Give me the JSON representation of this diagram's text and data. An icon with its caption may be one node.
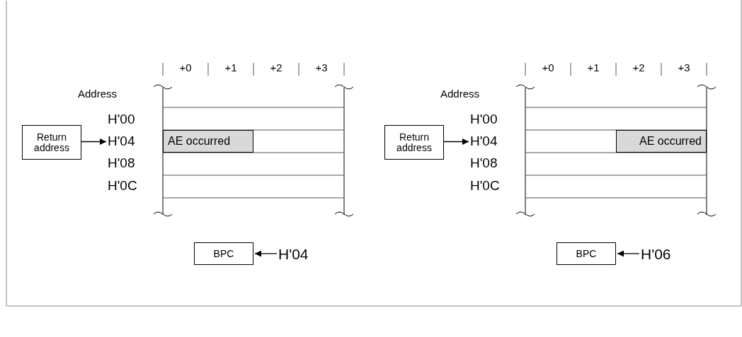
{
  "diagram": {
    "nodes": [
      {
        "text": [
          "Return address"
        ]
      },
      {
        "text": [
          "H'04"
        ]
      },
      {
        "text": [
          "AE occurred"
        ]
      },
      {
        "text": [
          "BPC"
        ]
      },
      {
        "text": [
          "H'04"
        ]
      },
      {
        "text": [
          "Return address"
        ]
      },
      {
        "text": [
          "H'04"
        ]
      },
      {
        "text": [
          "AE occurred"
        ]
      },
      {
        "text": [
          "BPC"
        ]
      },
      {
        "text": [
          "H'06"
        ]
      }
    ],
    "edges": [
      {
        "from": 0,
        "to": 1,
        "arrow": "to"
      },
      {
        "from": 4,
        "to": 3,
        "arrow": "to"
      },
      {
        "from": 5,
        "to": 6,
        "arrow": "to"
      },
      {
        "from": 9,
        "to": 8,
        "arrow": "to"
      }
    ],
    "labels": [
      "+0",
      "+1",
      "+2",
      "+3",
      "Address",
      "H'00",
      "H'08",
      "H'0C",
      "+0",
      "+1",
      "+2",
      "+3",
      "Address",
      "H'00",
      "H'08",
      "H'0C"
    ]
  }
}
